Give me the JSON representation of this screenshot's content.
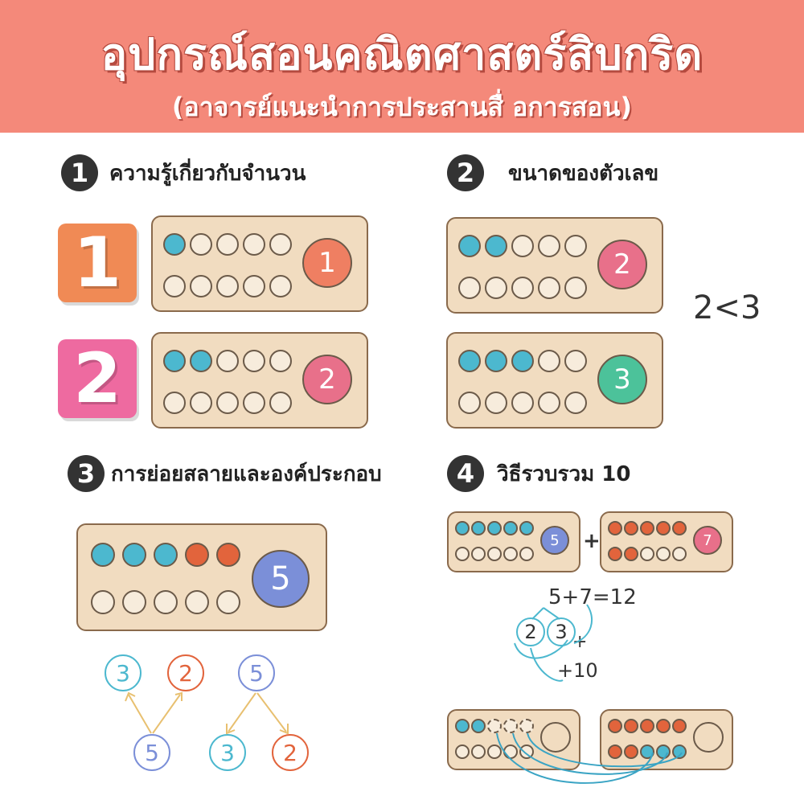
{
  "header": {
    "title": "อุปกรณ์สอนคณิตศาสตร์สิบกริด",
    "subtitle": "(อาจารย์แนะนำการประสานสื่ อการสอน)"
  },
  "colors": {
    "header_bg": "#f4897a",
    "bead_blue": "#4cb8cf",
    "bead_orange": "#e2643c",
    "board_bg": "#f1dcc0",
    "tile_orange": "#f08a55",
    "tile_pink": "#ee6aa0",
    "circle_orange": "#ef7f62",
    "circle_pink": "#e8708a",
    "circle_green": "#4cc29a",
    "circle_purple": "#7b8fd8"
  },
  "sections": [
    {
      "num": "1",
      "title": "ความรู้เกี่ยวกับจำนวน"
    },
    {
      "num": "2",
      "title": "ขนาดของตัวเลข"
    },
    {
      "num": "3",
      "title": "การย่อยสลายและองค์ประกอบ"
    },
    {
      "num": "4",
      "title": "วิธีรวบรวม 10"
    }
  ],
  "s1": {
    "tiles": [
      "1",
      "2"
    ],
    "boards": [
      {
        "filled": 1,
        "number": "1"
      },
      {
        "filled": 2,
        "number": "2"
      }
    ]
  },
  "s2": {
    "boards": [
      {
        "filled": 2,
        "number": "2"
      },
      {
        "filled": 3,
        "number": "3"
      }
    ],
    "comparison": "2<3"
  },
  "s3": {
    "board": {
      "blue": 3,
      "orange": 2,
      "number": "5"
    },
    "tree_left": {
      "top_left": "3",
      "top_right": "2",
      "bottom": "5"
    },
    "tree_right": {
      "top": "5",
      "bottom_left": "3",
      "bottom_right": "2"
    }
  },
  "s4": {
    "board_a": {
      "filled": 5,
      "number": "5"
    },
    "plus": "+",
    "board_b": {
      "filled": 7,
      "number": "7"
    },
    "equation": "5+7=12",
    "split_a": "2",
    "split_b": "3",
    "plus_small": "+",
    "plus_ten": "+10"
  }
}
